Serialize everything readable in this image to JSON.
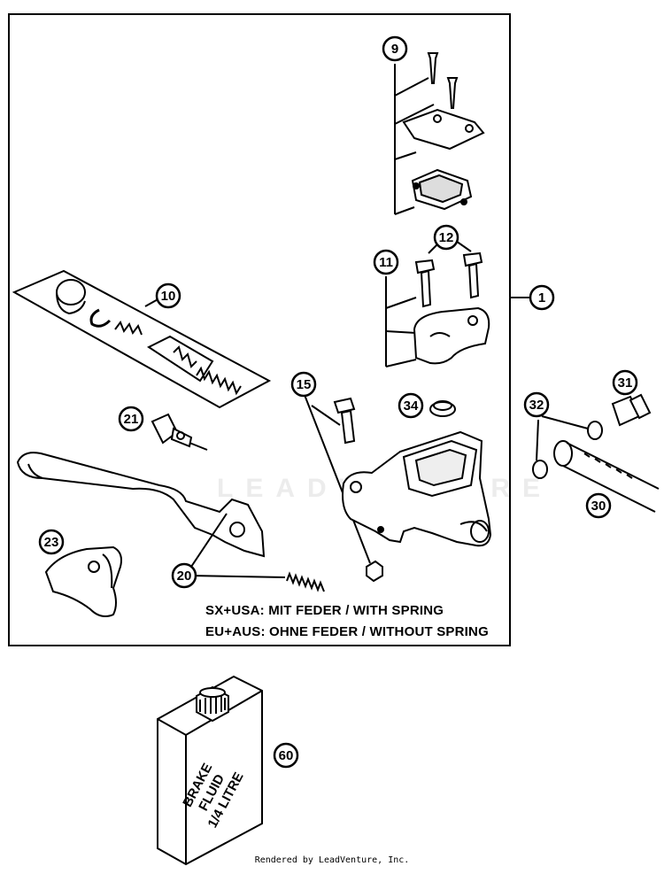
{
  "callouts": {
    "c1": "1",
    "c9": "9",
    "c10": "10",
    "c11": "11",
    "c12": "12",
    "c15": "15",
    "c20": "20",
    "c21": "21",
    "c23": "23",
    "c30": "30",
    "c31": "31",
    "c32": "32",
    "c34": "34",
    "c60": "60"
  },
  "notes": {
    "line1": "SX+USA:  MIT FEDER / WITH SPRING",
    "line2": "EU+AUS:  OHNE FEDER / WITHOUT SPRING"
  },
  "bottle_label": [
    "BRAKE",
    "FLUID",
    "1/4 LITRE"
  ],
  "watermark": "LEADVENTURE",
  "footer": "Rendered by LeadVenture, Inc."
}
